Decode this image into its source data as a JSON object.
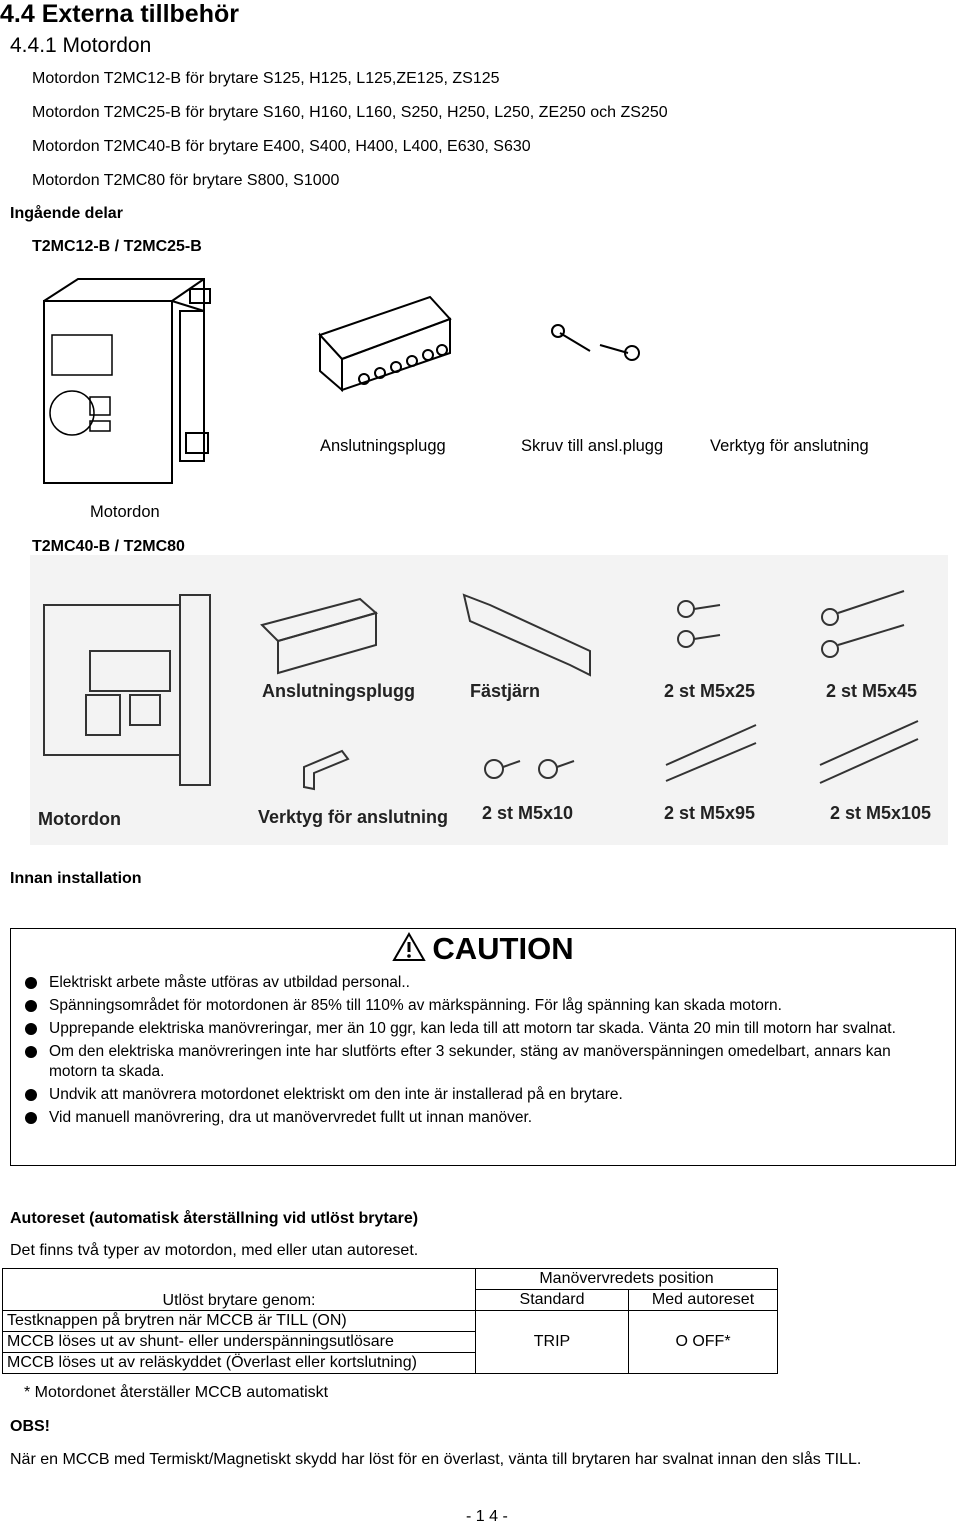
{
  "heading": "4.4 Externa tillbehör",
  "subheading": "4.4.1 Motordon",
  "models": [
    "Motordon T2MC12-B för brytare S125, H125, L125,ZE125, ZS125",
    "Motordon T2MC25-B för brytare S160, H160, L160, S250, H250, L250, ZE250 och ZS250",
    "Motordon T2MC40-B för brytare E400, S400, H400, L400, E630, S630",
    "Motordon T2MC80 för brytare S800, S1000"
  ],
  "parts_heading": "Ingående delar",
  "group1": {
    "title": "T2MC12-B / T2MC25-B",
    "captions": {
      "plug": "Anslutningsplugg",
      "screw": "Skruv till ansl.plugg",
      "tool": "Verktyg för anslutning",
      "motor": "Motordon"
    }
  },
  "group2": {
    "title": "T2MC40-B / T2MC80",
    "captions": {
      "motor": "Motordon",
      "plug": "Anslutningsplugg",
      "bracket": "Fästjärn",
      "m5x25": "2 st M5x25",
      "m5x45": "2 st M5x45",
      "tool": "Verktyg för anslutning",
      "m5x10": "2 st M5x10",
      "m5x95": "2 st M5x95",
      "m5x105": "2 st M5x105"
    }
  },
  "before_install": "Innan installation",
  "caution": {
    "title": "CAUTION",
    "items": [
      "Elektriskt arbete måste utföras av utbildad personal..",
      "Spänningsområdet för motordonen är 85% till 110% av märkspänning. För låg spänning kan skada motorn.",
      "Upprepande elektriska manövreringar, mer än 10 ggr, kan leda till att motorn tar skada. Vänta 20 min till motorn har svalnat.",
      "Om den elektriska manövreringen inte har slutförts efter 3 sekunder, stäng av manöverspänningen omedelbart, annars kan motorn ta skada.",
      "Undvik att manövrera motordonet elektriskt om den inte är installerad på en brytare.",
      "Vid manuell manövrering, dra ut manövervredet fullt ut innan manöver."
    ]
  },
  "autoreset": {
    "heading": "Autoreset (automatisk återställning vid utlöst brytare)",
    "intro": "Det finns två typer av motordon, med eller utan autoreset.",
    "table": {
      "col1_header": "Utlöst brytare genom:",
      "group_header": "Manövervredets position",
      "sub_headers": [
        "Standard",
        "Med autoreset"
      ],
      "rows": [
        "Testknappen på brytren när MCCB är TILL (ON)",
        "MCCB löses ut av shunt- eller underspänningsutlösare",
        "MCCB löses ut av reläskyddet (Överlast eller kortslutning)"
      ],
      "values": [
        "TRIP",
        "O OFF*"
      ]
    },
    "footnote": "* Motordonet återställer MCCB automatiskt"
  },
  "obs": {
    "label": "OBS!",
    "text": "När en MCCB med Termiskt/Magnetiskt skydd har löst för en överlast, vänta till brytaren har svalnat innan den slås TILL."
  },
  "page_number": "- 1 4 -"
}
